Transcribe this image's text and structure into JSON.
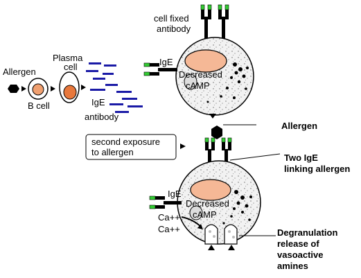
{
  "labels": {
    "allergen_left": "Allergen",
    "b_cell": "B cell",
    "plasma_line1": "Plasma",
    "plasma_line2": "cell",
    "ige_antibody_line1": "IgE",
    "ige_antibody_line2": "antibody",
    "cell_fixed_line1": "cell fixed",
    "cell_fixed_line2": "antibody",
    "ige_top": "IgE",
    "decreased_top_line1": "Decreased",
    "decreased_top_line2": "cAMP",
    "allergen_right": "Allergen",
    "second_exposure_line1": "second exposure",
    "second_exposure_line2": "to allergen",
    "two_ige_line1": "Two IgE",
    "two_ige_line2": "linking allergen",
    "ige_bottom": "IgE",
    "decreased_bottom_line1": "Decreased",
    "decreased_bottom_line2": "cAMP",
    "ca1": "Ca++",
    "ca2": "Ca++",
    "degran_line1": "Degranulation",
    "degran_line2": "release of",
    "degran_line3": "vasoactive",
    "degran_line4": "amines"
  },
  "colors": {
    "antibody_blue": "#1a1aa6",
    "antibody_tip_green": "#33cc33",
    "b_cell_nucleus": "#f0a070",
    "plasma_nucleus": "#e8783c",
    "mast_nucleus": "#f5b896",
    "mast_cell_fill": "#f2f2f2"
  }
}
